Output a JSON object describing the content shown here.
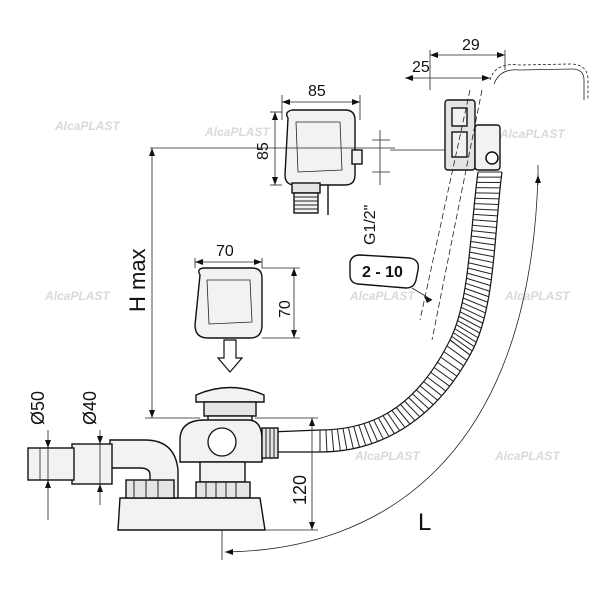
{
  "labels": {
    "dim_29": "29",
    "dim_25": "25",
    "dim_85_w": "85",
    "dim_85_h": "85",
    "dim_70_w": "70",
    "dim_70_h": "70",
    "g_thread": "G1/2\"",
    "range": "2 - 10",
    "h_max": "H max",
    "d50": "Ø50",
    "d40": "Ø40",
    "dim_120": "120",
    "l": "L"
  },
  "watermark": "AlcaPLAST",
  "colors": {
    "line": "#111111",
    "fill": "#f2f2f2",
    "watermark": "#d9d9d9"
  }
}
